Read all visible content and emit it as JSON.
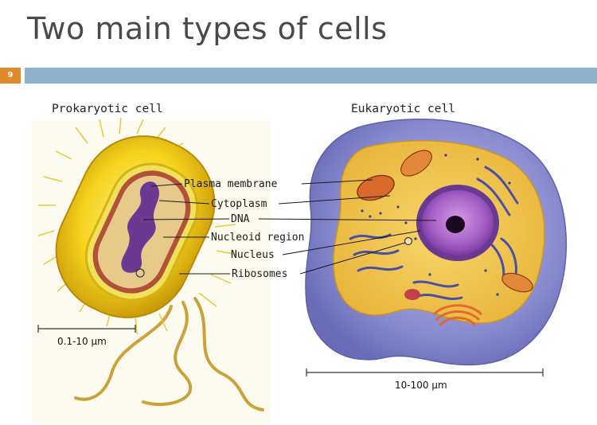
{
  "slide": {
    "title": "Two main types of cells",
    "number": "9",
    "accent_bar_color": "#8eb2cd",
    "number_badge_color": "#e08a2c"
  },
  "diagram": {
    "prokaryote": {
      "heading": "Prokaryotic cell",
      "scale": "0.1-10 µm"
    },
    "eukaryote": {
      "heading": "Eukaryotic cell",
      "scale": "10-100 µm"
    },
    "labels": {
      "plasma_membrane": "Plasma membrane",
      "cytoplasm": "Cytoplasm",
      "dna": "DNA",
      "nucleoid_region": "Nucleoid region",
      "nucleus": "Nucleus",
      "ribosomes": "Ribosomes"
    }
  }
}
